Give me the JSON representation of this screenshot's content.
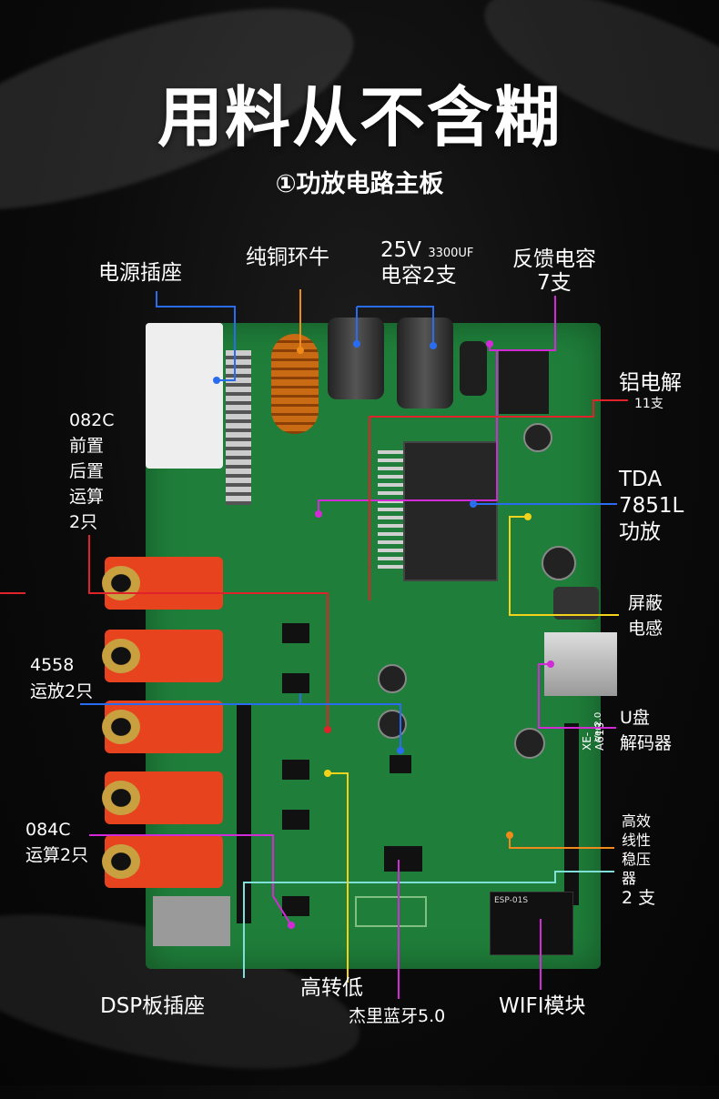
{
  "header": {
    "title": "用料从不含糊",
    "subtitle": "①功放电路主板"
  },
  "labels": {
    "power_socket": "电源插座",
    "copper_toroid": "纯铜环牛",
    "cap_voltage": "25V",
    "cap_rating": "3300UF",
    "cap_qty": "电容2支",
    "feedback_cap_l1": "反馈电容",
    "feedback_cap_l2": "7支",
    "alu_cap_l1": "铝电解",
    "alu_cap_l2": "11支",
    "op082_l1": "082C",
    "op082_l2": "前置",
    "op082_l3": "后置",
    "op082_l4": "运算",
    "op082_l5": "2只",
    "tda_l1": "TDA",
    "tda_l2": "7851L",
    "tda_l3": "功放",
    "shield_l1": "屏蔽",
    "shield_l2": "电感",
    "op4558_l1": "4558",
    "op4558_l2": "运放2只",
    "usb_l1": "U盘",
    "usb_l2": "解码器",
    "op084_l1": "084C",
    "op084_l2": "运算2只",
    "reg_l1": "高效",
    "reg_l2": "线性",
    "reg_l3": "稳压",
    "reg_l4": "器",
    "reg_l5": "2 支",
    "dsp_socket": "DSP板插座",
    "hi_lo": "高转低",
    "bt": "杰里蓝牙5.0",
    "wifi": "WIFI模块"
  },
  "board_marks": {
    "model": "XE-A618",
    "version": "Ver2.0",
    "wifi_chip": "ESP-01S"
  },
  "colors": {
    "blue": "#2a6cf0",
    "red": "#e0222a",
    "magenta": "#d22ad6",
    "yellow": "#f2d21a",
    "orange": "#f08a1a",
    "cyan": "#7fe0d8",
    "board": "#1f7f3a",
    "rca": "#e8431f"
  }
}
